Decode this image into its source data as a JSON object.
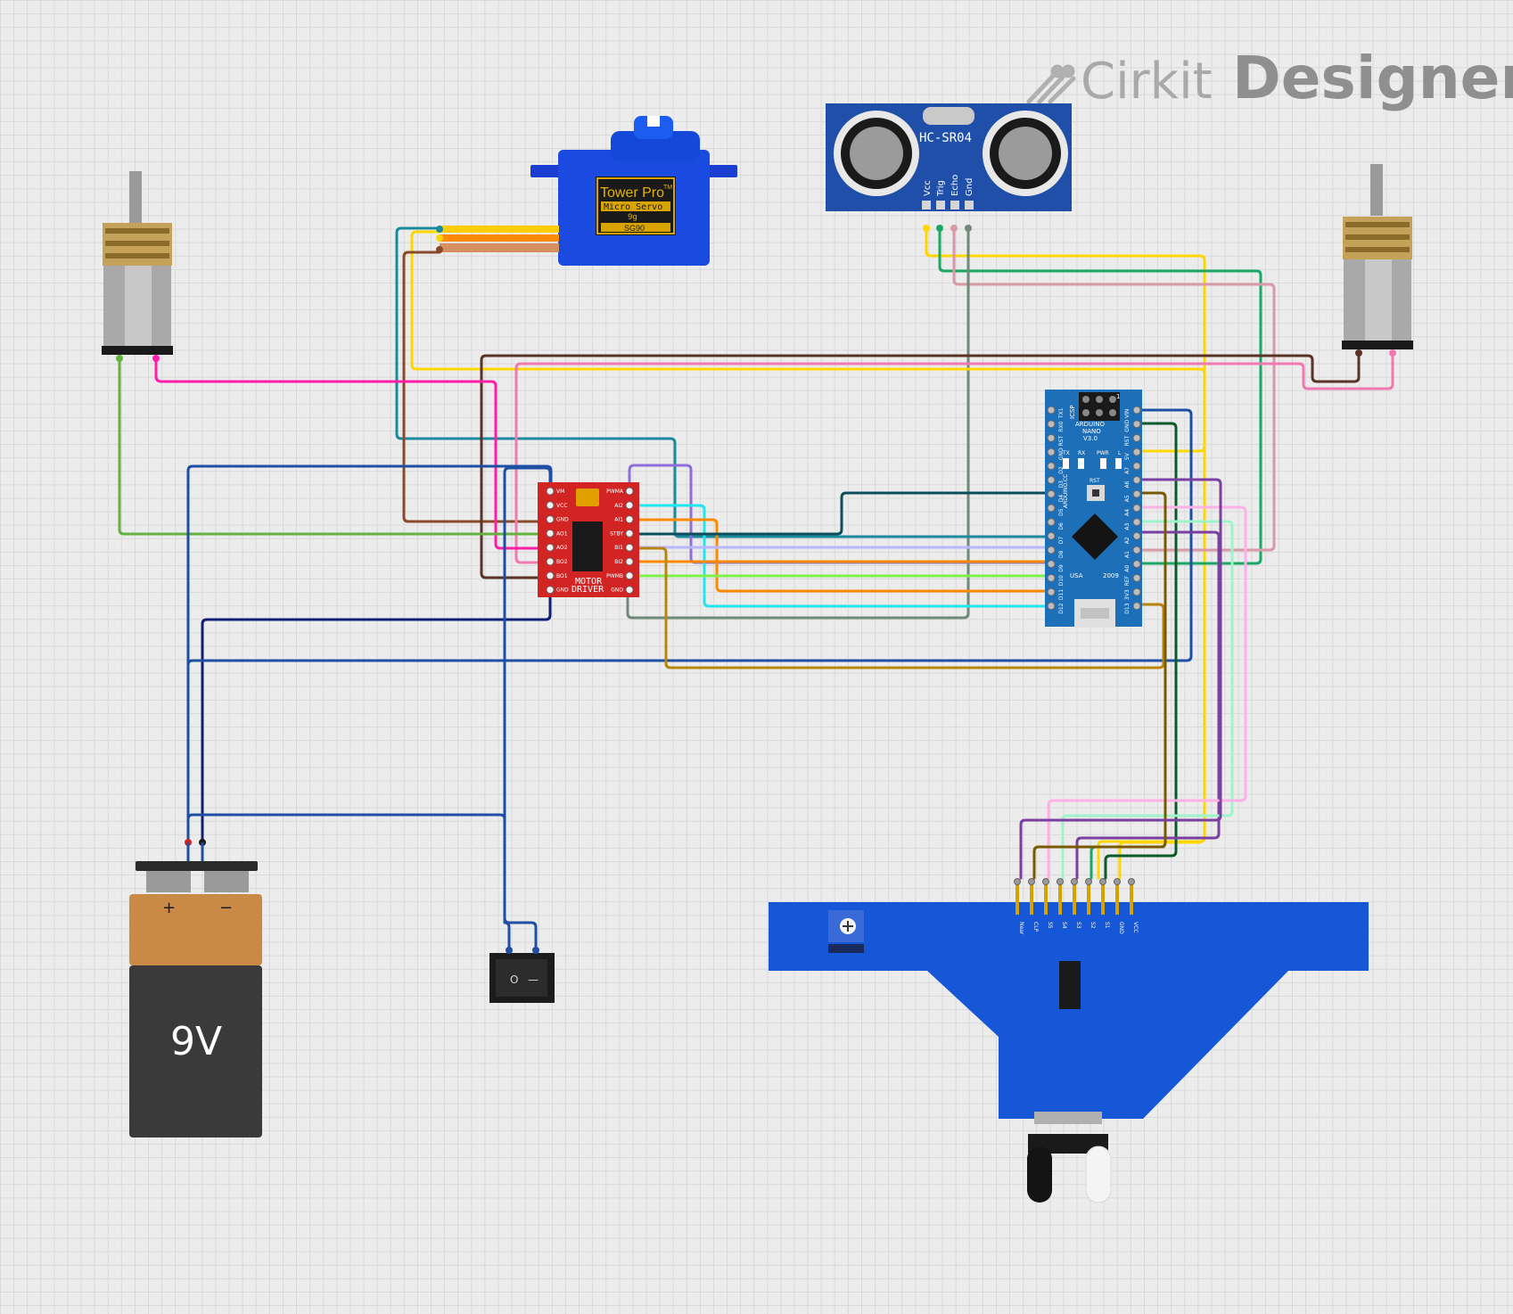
{
  "brand": {
    "prefix": "Cirkit",
    "suffix": "Designer"
  },
  "components": {
    "servo": {
      "brand": "Tower Pro",
      "tm": "TM",
      "model": "Micro Servo",
      "weight": "9g",
      "part": "SG90"
    },
    "ultrasonic": {
      "model": "HC-SR04",
      "pins": [
        "Vcc",
        "Trig",
        "Echo",
        "Gnd"
      ]
    },
    "arduino": {
      "title": "ARDUINO",
      "subtitle": "NANO",
      "version": "V3.0",
      "icsp": "ICSP",
      "one": "1",
      "tx": "TX",
      "rx": "RX",
      "pwr": "PWR",
      "l": "L",
      "rst": "RST",
      "usa": "USA",
      "year": "2009",
      "tag": "ARDUINO.CC",
      "left_pins": [
        "TX1",
        "RX0",
        "RST",
        "GND",
        "D2",
        "D3",
        "D4",
        "D5",
        "D6",
        "D7",
        "D8",
        "D9",
        "D10",
        "D11",
        "D12"
      ],
      "right_pins": [
        "VIN",
        "GND",
        "RST",
        "5V",
        "A7",
        "A6",
        "A5",
        "A4",
        "A3",
        "A2",
        "A1",
        "A0",
        "REF",
        "3V3",
        "D13"
      ]
    },
    "motor_driver": {
      "label1": "MOTOR",
      "label2": "DRIVER",
      "left_pins": [
        "VM",
        "VCC",
        "GND",
        "AO1",
        "AO2",
        "BO2",
        "BO1",
        "GND"
      ],
      "right_pins": [
        "PWMA",
        "AI2",
        "AI1",
        "STBY",
        "BI1",
        "BI2",
        "PWMB",
        "GND"
      ]
    },
    "battery": {
      "voltage": "9V",
      "plus": "+",
      "minus": "−"
    },
    "switch": {
      "off_symbol": "O",
      "on_symbol": "—"
    },
    "line_sensor": {
      "pins": [
        "Near",
        "CLP",
        "S5",
        "S4",
        "S3",
        "S2",
        "S1",
        "GND",
        "VCC"
      ]
    }
  },
  "colors": {
    "background": "#ececec",
    "grid": "#d9d9d9",
    "arduino_board": "#1d6fb8",
    "motor_driver_board": "#d32424",
    "servo_body": "#1448d8",
    "ultrasonic_board": "#1f4fa8",
    "line_sensor_board": "#1557d6",
    "wire_yellow": "#ffd700",
    "wire_green": "#1aa866",
    "wire_pink": "#d89aa8",
    "wire_gray": "#6f8a78",
    "wire_magenta": "#ff1ea8",
    "wire_lime": "#63b23f",
    "wire_teal": "#1b8a9e",
    "wire_brown": "#8a4a2a",
    "wire_darkbrown": "#5a3226",
    "wire_hotpink": "#f07ab0",
    "wire_blue": "#1e4fa3",
    "wire_navy": "#0f1f78",
    "wire_cyan": "#22e6ee",
    "wire_orange": "#ff8a00",
    "wire_lavender": "#b9b8ff",
    "wire_purple": "#8e6ed8",
    "wire_chartreuse": "#7ef04a",
    "wire_darkteal": "#0c4e5c",
    "wire_gold": "#b8860b",
    "wire_violet": "#7a3fa0",
    "wire_ltpink": "#ffb0e6",
    "wire_mint": "#9ff5c8",
    "wire_darkgreen": "#0a5a2a",
    "wire_olive": "#7a5a00"
  }
}
